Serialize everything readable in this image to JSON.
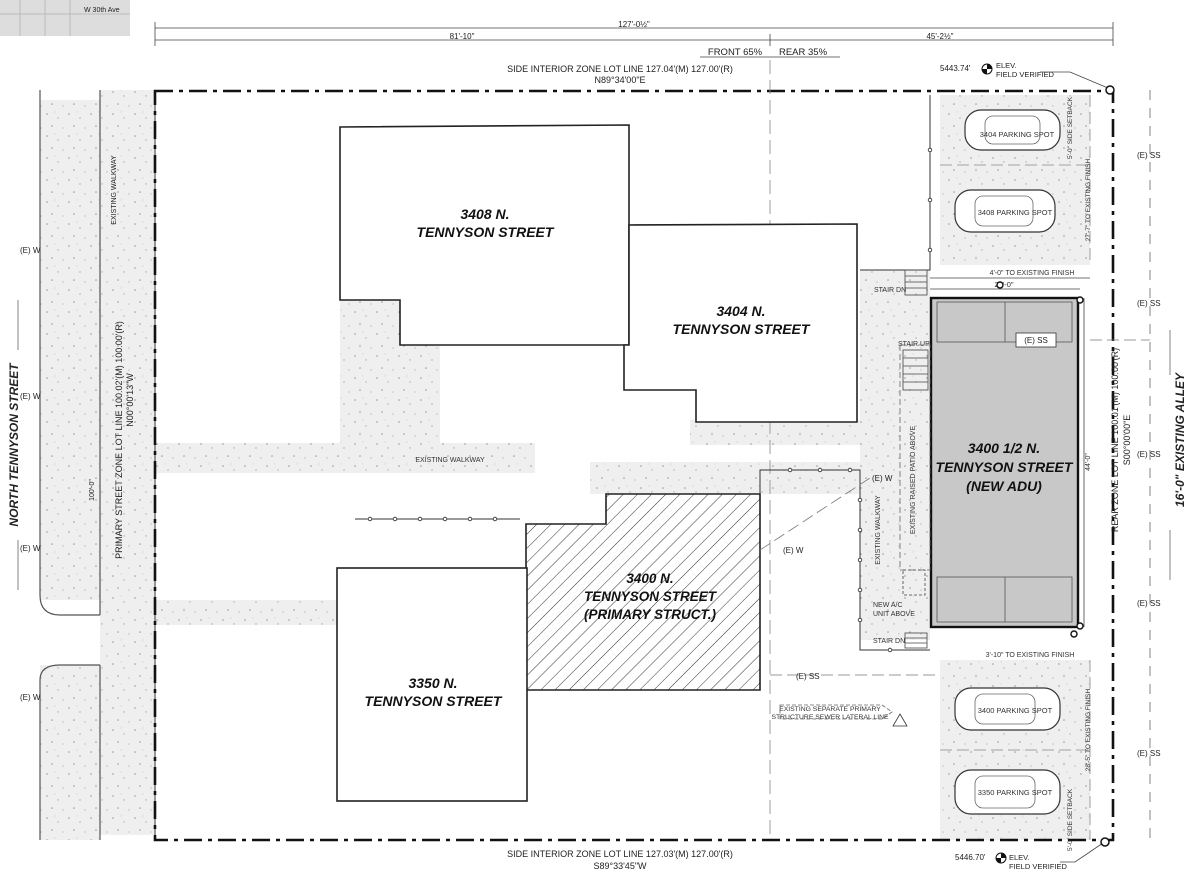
{
  "map_inset": {
    "street_label": "W 30th Ave"
  },
  "dimensions": {
    "overall": "127'-0½\"",
    "front_depth": "81'-10\"",
    "rear_depth": "45'-2½\"",
    "front_pct": "FRONT 65%",
    "rear_pct": "REAR 35%",
    "lot_depth": "100'-0\"",
    "adu_width": "20'-0\"",
    "adu_depth": "44'-0\"",
    "to_finish_top": "4'-0\" TO EXISTING FINISH",
    "to_finish_bottom": "3'-10\" TO EXISTING FINISH",
    "setback_top": "5'-0\" SIDE SETBACK",
    "setback_bottom": "5'-0\" SIDE SETBACK",
    "finish_upper": "27'-7\" TO EXISTING FINISH",
    "finish_lower": "28'-5\" TO EXISTING FINISH"
  },
  "lot_lines": {
    "top_line1": "SIDE INTERIOR ZONE LOT LINE 127.04'(M) 127.00'(R)",
    "top_line2": "N89°34'00\"E",
    "bottom_line1": "SIDE INTERIOR ZONE LOT LINE 127.03'(M) 127.00'(R)",
    "bottom_line2": "S89°33'45\"W",
    "left_line1": "PRIMARY STREET ZONE LOT LINE 100.02'(M) 100.00'(R)",
    "left_line2": "N00°00'13\"W",
    "right_line1": "REAR ZONE LOT LINE 100.01'(M) 100.00'(R)",
    "right_line2": "S00°00'00\"E"
  },
  "elevations": {
    "top_value": "5443.74'",
    "top_label1": "ELEV.",
    "top_label2": "FIELD VERIFIED",
    "bottom_value": "5446.70'",
    "bottom_label1": "ELEV.",
    "bottom_label2": "FIELD VERIFIED"
  },
  "streets": {
    "north_tennyson": "NORTH TENNYSON STREET",
    "alley": "16'-0\" EXISTING ALLEY"
  },
  "buildings": {
    "b3408_line1": "3408 N.",
    "b3408_line2": "TENNYSON STREET",
    "b3404_line1": "3404 N.",
    "b3404_line2": "TENNYSON STREET",
    "b3400_line1": "3400 N.",
    "b3400_line2": "TENNYSON STREET",
    "b3400_line3": "(PRIMARY STRUCT.)",
    "b3350_line1": "3350 N.",
    "b3350_line2": "TENNYSON STREET",
    "adu_line1": "3400 1/2 N.",
    "adu_line2": "TENNYSON STREET",
    "adu_line3": "(NEW ADU)"
  },
  "parking": {
    "p1": "3404 PARKING SPOT",
    "p2": "3408 PARKING SPOT",
    "p3": "3400 PARKING SPOT",
    "p4": "3350 PARKING SPOT"
  },
  "labels": {
    "existing_walkway_h": "EXISTING WALKWAY",
    "existing_walkway_left": "EXISTING WALKWAY",
    "existing_walkway_v": "EXISTING WALKWAY",
    "stair_dn_top": "STAIR DN",
    "stair_up": "STAIR UP",
    "stair_dn_bottom": "STAIR DN",
    "patio": "EXISTING RAISED PATIO ABOVE",
    "ac_line1": "NEW A/C",
    "ac_line2": "UNIT ABOVE",
    "sewer_line1": "EXISTING SEPARATE PRIMARY",
    "sewer_line2": "STRUCTURE SEWER LATERAL LINE",
    "ew": "(E) W",
    "ess": "(E) SS"
  }
}
